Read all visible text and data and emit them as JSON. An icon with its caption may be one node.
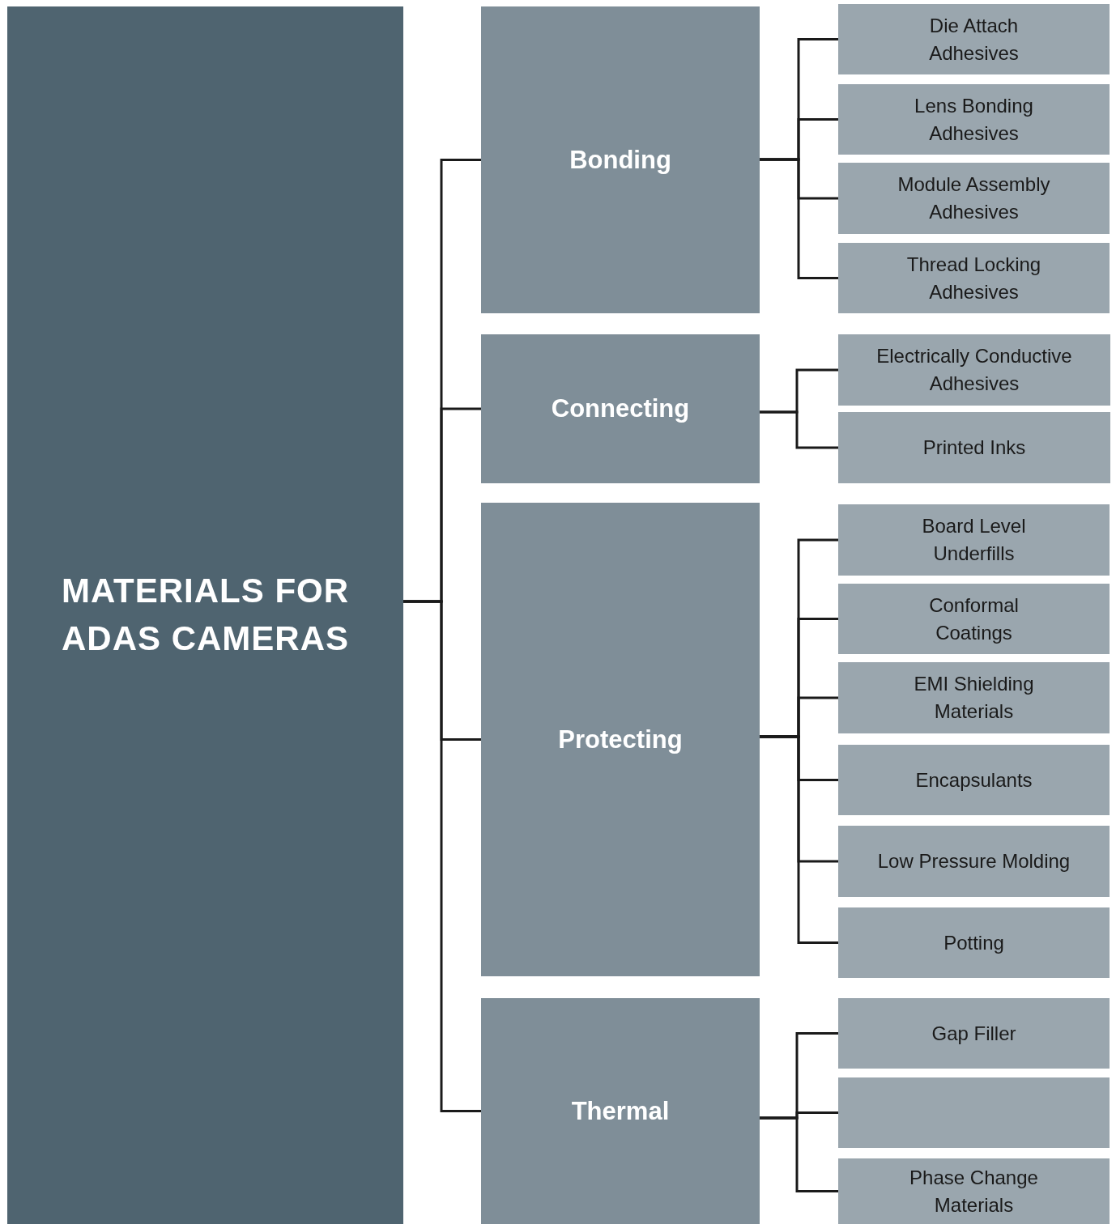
{
  "diagram": {
    "nodes": [
      {
        "text": [
          "MATERIALS FOR ADAS CAMERAS"
        ]
      },
      {
        "text": [
          "Bonding"
        ]
      },
      {
        "text": [
          "Die Attach Adhesives"
        ]
      },
      {
        "text": [
          "Lens Bonding Adhesives"
        ]
      },
      {
        "text": [
          "Module Assembly Adhesives"
        ]
      },
      {
        "text": [
          "Thread Locking Adhesives"
        ]
      },
      {
        "text": [
          "Connecting"
        ]
      },
      {
        "text": [
          "Electrically Conductive Adhesives"
        ]
      },
      {
        "text": [
          "Printed Inks"
        ]
      },
      {
        "text": [
          "Protecting"
        ]
      },
      {
        "text": [
          "Board Level Underfills"
        ]
      },
      {
        "text": [
          "Conformal Coatings"
        ]
      },
      {
        "text": [
          "EMI Shielding Materials"
        ]
      },
      {
        "text": [
          "Encapsulants"
        ]
      },
      {
        "text": [
          "Low Pressure Molding"
        ]
      },
      {
        "text": [
          "Potting"
        ]
      },
      {
        "text": [
          "Thermal"
        ]
      },
      {
        "text": [
          "Gap Filler"
        ]
      },
      {
        "text": [],
        "shape": "box"
      },
      {
        "text": [
          "Phase Change Materials"
        ]
      }
    ],
    "edges": [
      {
        "from": 0,
        "to": 1,
        "arrow": "none"
      },
      {
        "from": 0,
        "to": 6,
        "arrow": "none"
      },
      {
        "from": 0,
        "to": 9,
        "arrow": "none"
      },
      {
        "from": 0,
        "to": 16,
        "arrow": "none"
      },
      {
        "from": 1,
        "to": 2,
        "arrow": "none"
      },
      {
        "from": 1,
        "to": 3,
        "arrow": "none"
      },
      {
        "from": 1,
        "to": 4,
        "arrow": "none"
      },
      {
        "from": 1,
        "to": 5,
        "arrow": "none"
      },
      {
        "from": 6,
        "to": 7,
        "arrow": "none"
      },
      {
        "from": 6,
        "to": 8,
        "arrow": "none"
      },
      {
        "from": 9,
        "to": 10,
        "arrow": "none"
      },
      {
        "from": 9,
        "to": 11,
        "arrow": "none"
      },
      {
        "from": 9,
        "to": 12,
        "arrow": "none"
      },
      {
        "from": 9,
        "to": 13,
        "arrow": "none"
      },
      {
        "from": 9,
        "to": 14,
        "arrow": "none"
      },
      {
        "from": 9,
        "to": 15,
        "arrow": "none"
      },
      {
        "from": 16,
        "to": 17,
        "arrow": "none"
      },
      {
        "from": 16,
        "to": 18,
        "arrow": "none"
      },
      {
        "from": 16,
        "to": 19,
        "arrow": "none"
      }
    ]
  }
}
